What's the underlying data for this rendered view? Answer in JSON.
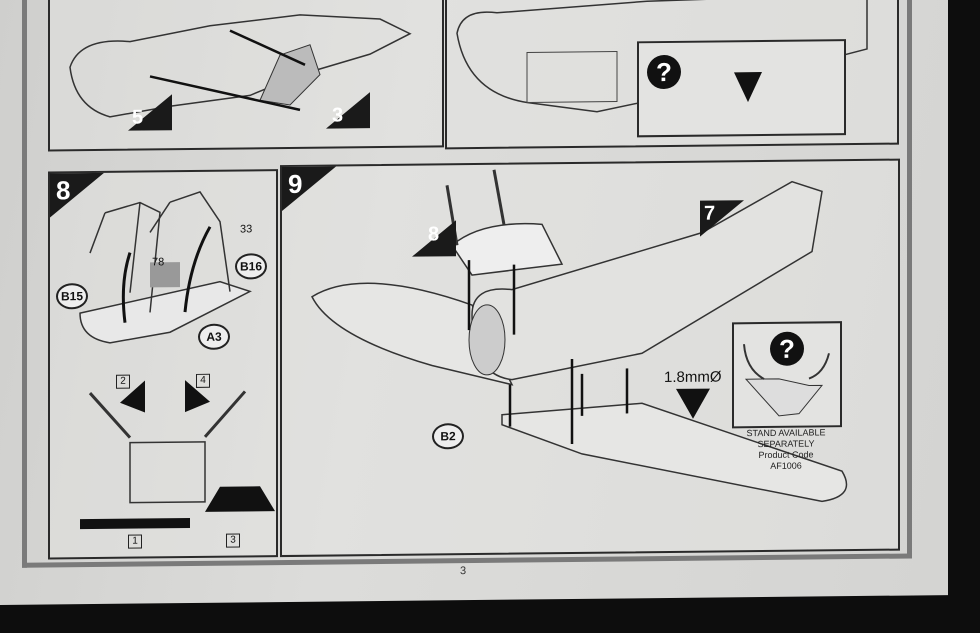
{
  "page_number": "3",
  "steps": {
    "top_left": {
      "callouts": [
        "5",
        "3"
      ]
    },
    "top_right": {
      "help_symbol": "?"
    },
    "step8": {
      "number": "8",
      "parts": {
        "b15": "B15",
        "b16": "B16",
        "a3": "A3",
        "p78": "78",
        "p33": "33"
      },
      "decals": [
        "1",
        "2",
        "3",
        "4"
      ]
    },
    "step9": {
      "number": "9",
      "callouts": [
        "8",
        "7"
      ],
      "part_b2": "B2",
      "drill": "1.8mmØ",
      "help_symbol": "?",
      "stand_note": [
        "STAND AVAILABLE",
        "SEPARATELY",
        "Product Code",
        "AF1006"
      ]
    }
  }
}
